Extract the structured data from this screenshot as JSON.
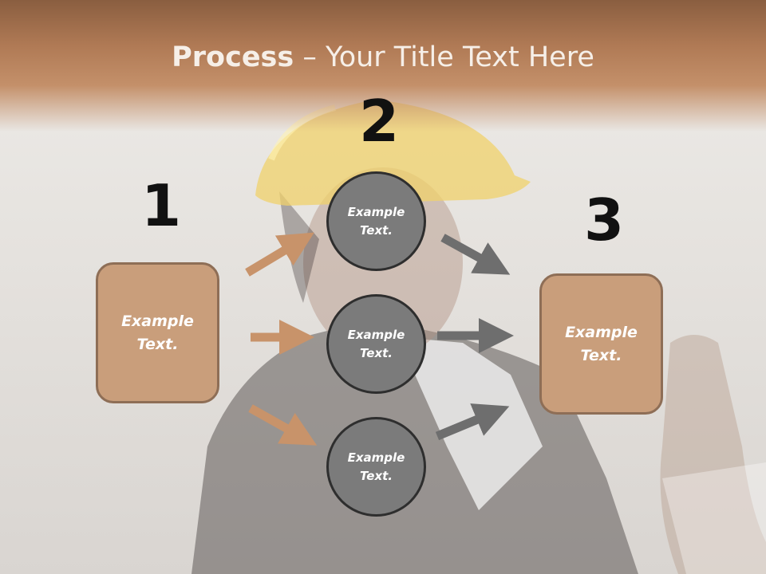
{
  "title": {
    "bold": "Process",
    "rest": " – Your Title Text Here"
  },
  "steps": [
    {
      "number": "1",
      "text_line1": "Example",
      "text_line2": "Text."
    },
    {
      "number": "2",
      "circles": [
        {
          "text_line1": "Example",
          "text_line2": "Text."
        },
        {
          "text_line1": "Example",
          "text_line2": "Text."
        },
        {
          "text_line1": "Example",
          "text_line2": "Text."
        }
      ]
    },
    {
      "number": "3",
      "text_line1": "Example",
      "text_line2": "Text."
    }
  ],
  "colors": {
    "box_fill": "#c99e7b",
    "circle_fill": "#7b7b7b",
    "tan_arrow": "#c8936a",
    "gray_arrow": "#6e6e6e",
    "title_band": "#b07a55"
  }
}
